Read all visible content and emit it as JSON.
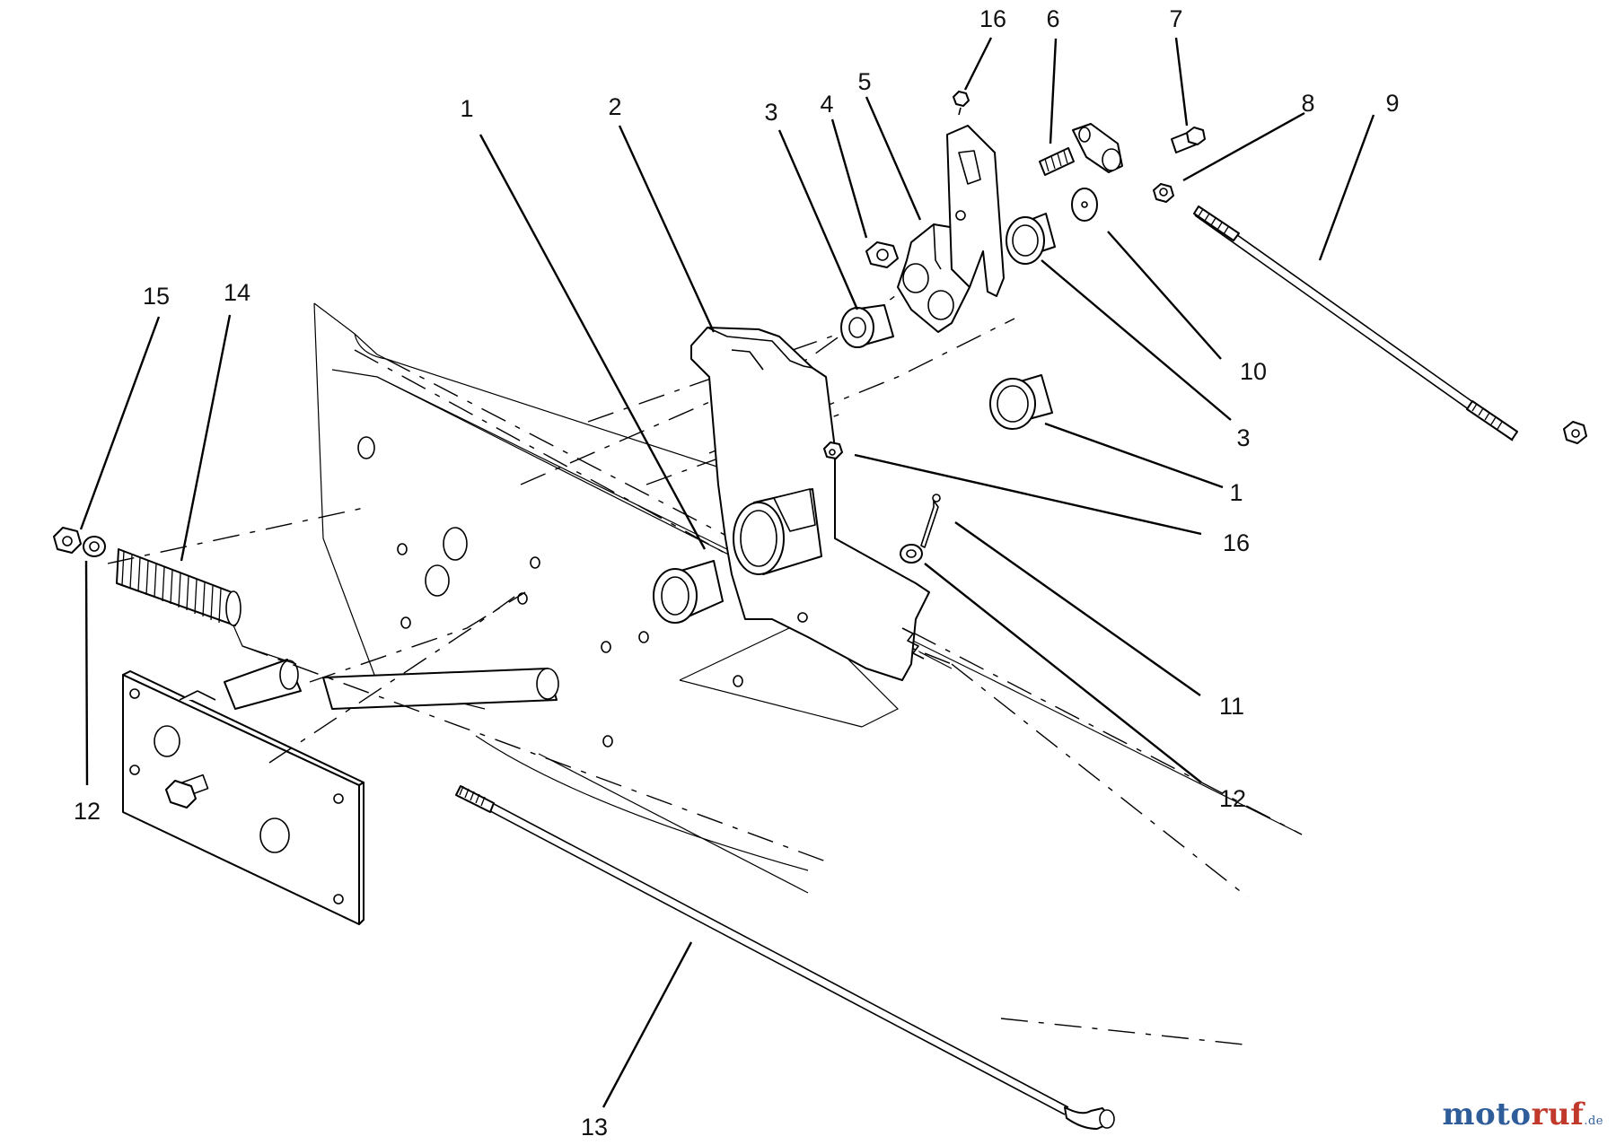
{
  "callouts": [
    {
      "id": "c1a",
      "label": "1"
    },
    {
      "id": "c2",
      "label": "2"
    },
    {
      "id": "c3a",
      "label": "3"
    },
    {
      "id": "c4",
      "label": "4"
    },
    {
      "id": "c5",
      "label": "5"
    },
    {
      "id": "c16a",
      "label": "16"
    },
    {
      "id": "c6",
      "label": "6"
    },
    {
      "id": "c7",
      "label": "7"
    },
    {
      "id": "c8",
      "label": "8"
    },
    {
      "id": "c9",
      "label": "9"
    },
    {
      "id": "c10",
      "label": "10"
    },
    {
      "id": "c3b",
      "label": "3"
    },
    {
      "id": "c1b",
      "label": "1"
    },
    {
      "id": "c16b",
      "label": "16"
    },
    {
      "id": "c11",
      "label": "11"
    },
    {
      "id": "c12a",
      "label": "12"
    },
    {
      "id": "c15",
      "label": "15"
    },
    {
      "id": "c14",
      "label": "14"
    },
    {
      "id": "c12b",
      "label": "12"
    },
    {
      "id": "c13",
      "label": "13"
    }
  ],
  "watermark": {
    "part1": "moto",
    "part2": "ruf",
    "part3": ".de"
  }
}
